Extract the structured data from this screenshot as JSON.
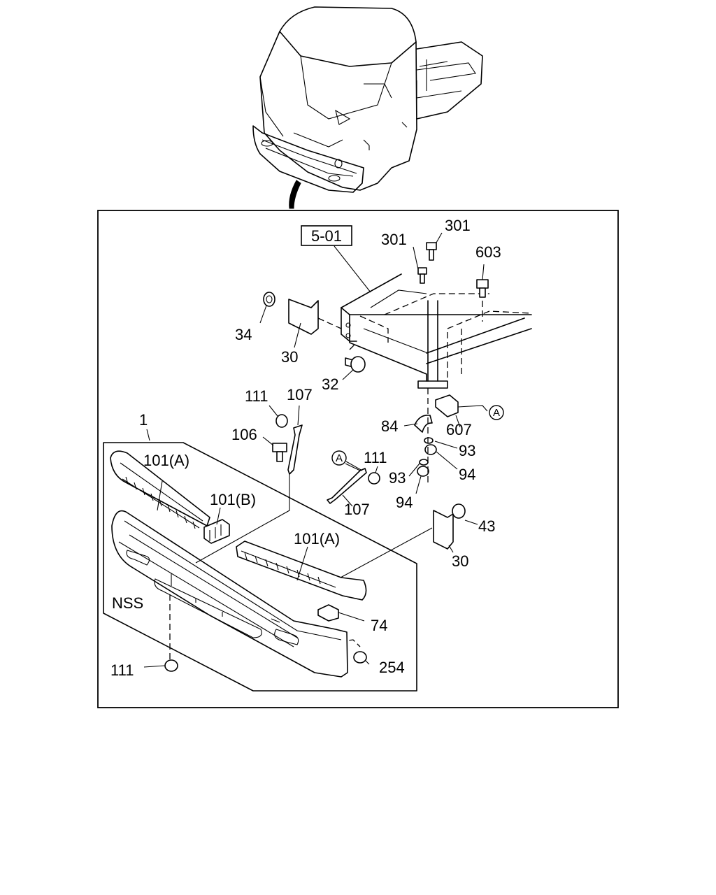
{
  "diagram": {
    "section_ref": "5-01",
    "callout_marker": "A",
    "labels": {
      "p1": "1",
      "p101a_top": "101(A)",
      "p101b": "101(B)",
      "p101a_right": "101(A)",
      "nss": "NSS",
      "p111_bottom": "111",
      "p254": "254",
      "p74": "74",
      "p30_lower": "30",
      "p43": "43",
      "p107_lower": "107",
      "p111_mid": "111",
      "p93_left": "93",
      "p94_left": "94",
      "p93_right": "93",
      "p94_right": "94",
      "p84": "84",
      "p607": "607",
      "p106": "106",
      "p111_upper": "111",
      "p107_upper": "107",
      "p32": "32",
      "p30_upper": "30",
      "p34": "34",
      "p301_left": "301",
      "p301_right": "301",
      "p603": "603"
    }
  }
}
